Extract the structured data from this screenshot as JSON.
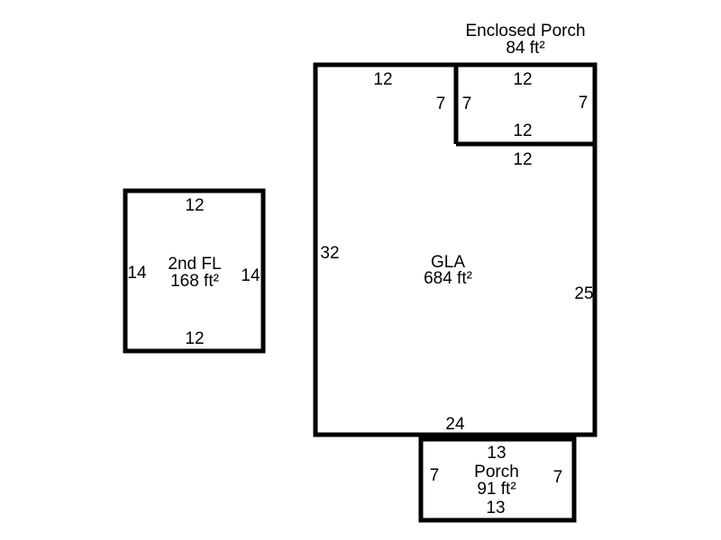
{
  "plan": {
    "colors": {
      "line": "#000000",
      "text": "#000000",
      "background": "#ffffff"
    },
    "enclosed_porch": {
      "name": "Enclosed Porch",
      "area": "84 ft²",
      "dim_top": "12",
      "dim_left": "7",
      "dim_right": "7",
      "dim_bottom": "12"
    },
    "gla": {
      "name": "GLA",
      "area": "684 ft²",
      "dim_top": "12",
      "dim_left": "32",
      "dim_right": "25",
      "dim_bottom": "24",
      "dim_notch_side": "7",
      "dim_notch_bottom": "12"
    },
    "second_floor": {
      "name": "2nd FL",
      "area": "168 ft²",
      "dim_top": "12",
      "dim_left": "14",
      "dim_right": "14",
      "dim_bottom": "12"
    },
    "porch": {
      "name": "Porch",
      "area": "91 ft²",
      "dim_top": "13",
      "dim_left": "7",
      "dim_right": "7",
      "dim_bottom": "13"
    }
  }
}
